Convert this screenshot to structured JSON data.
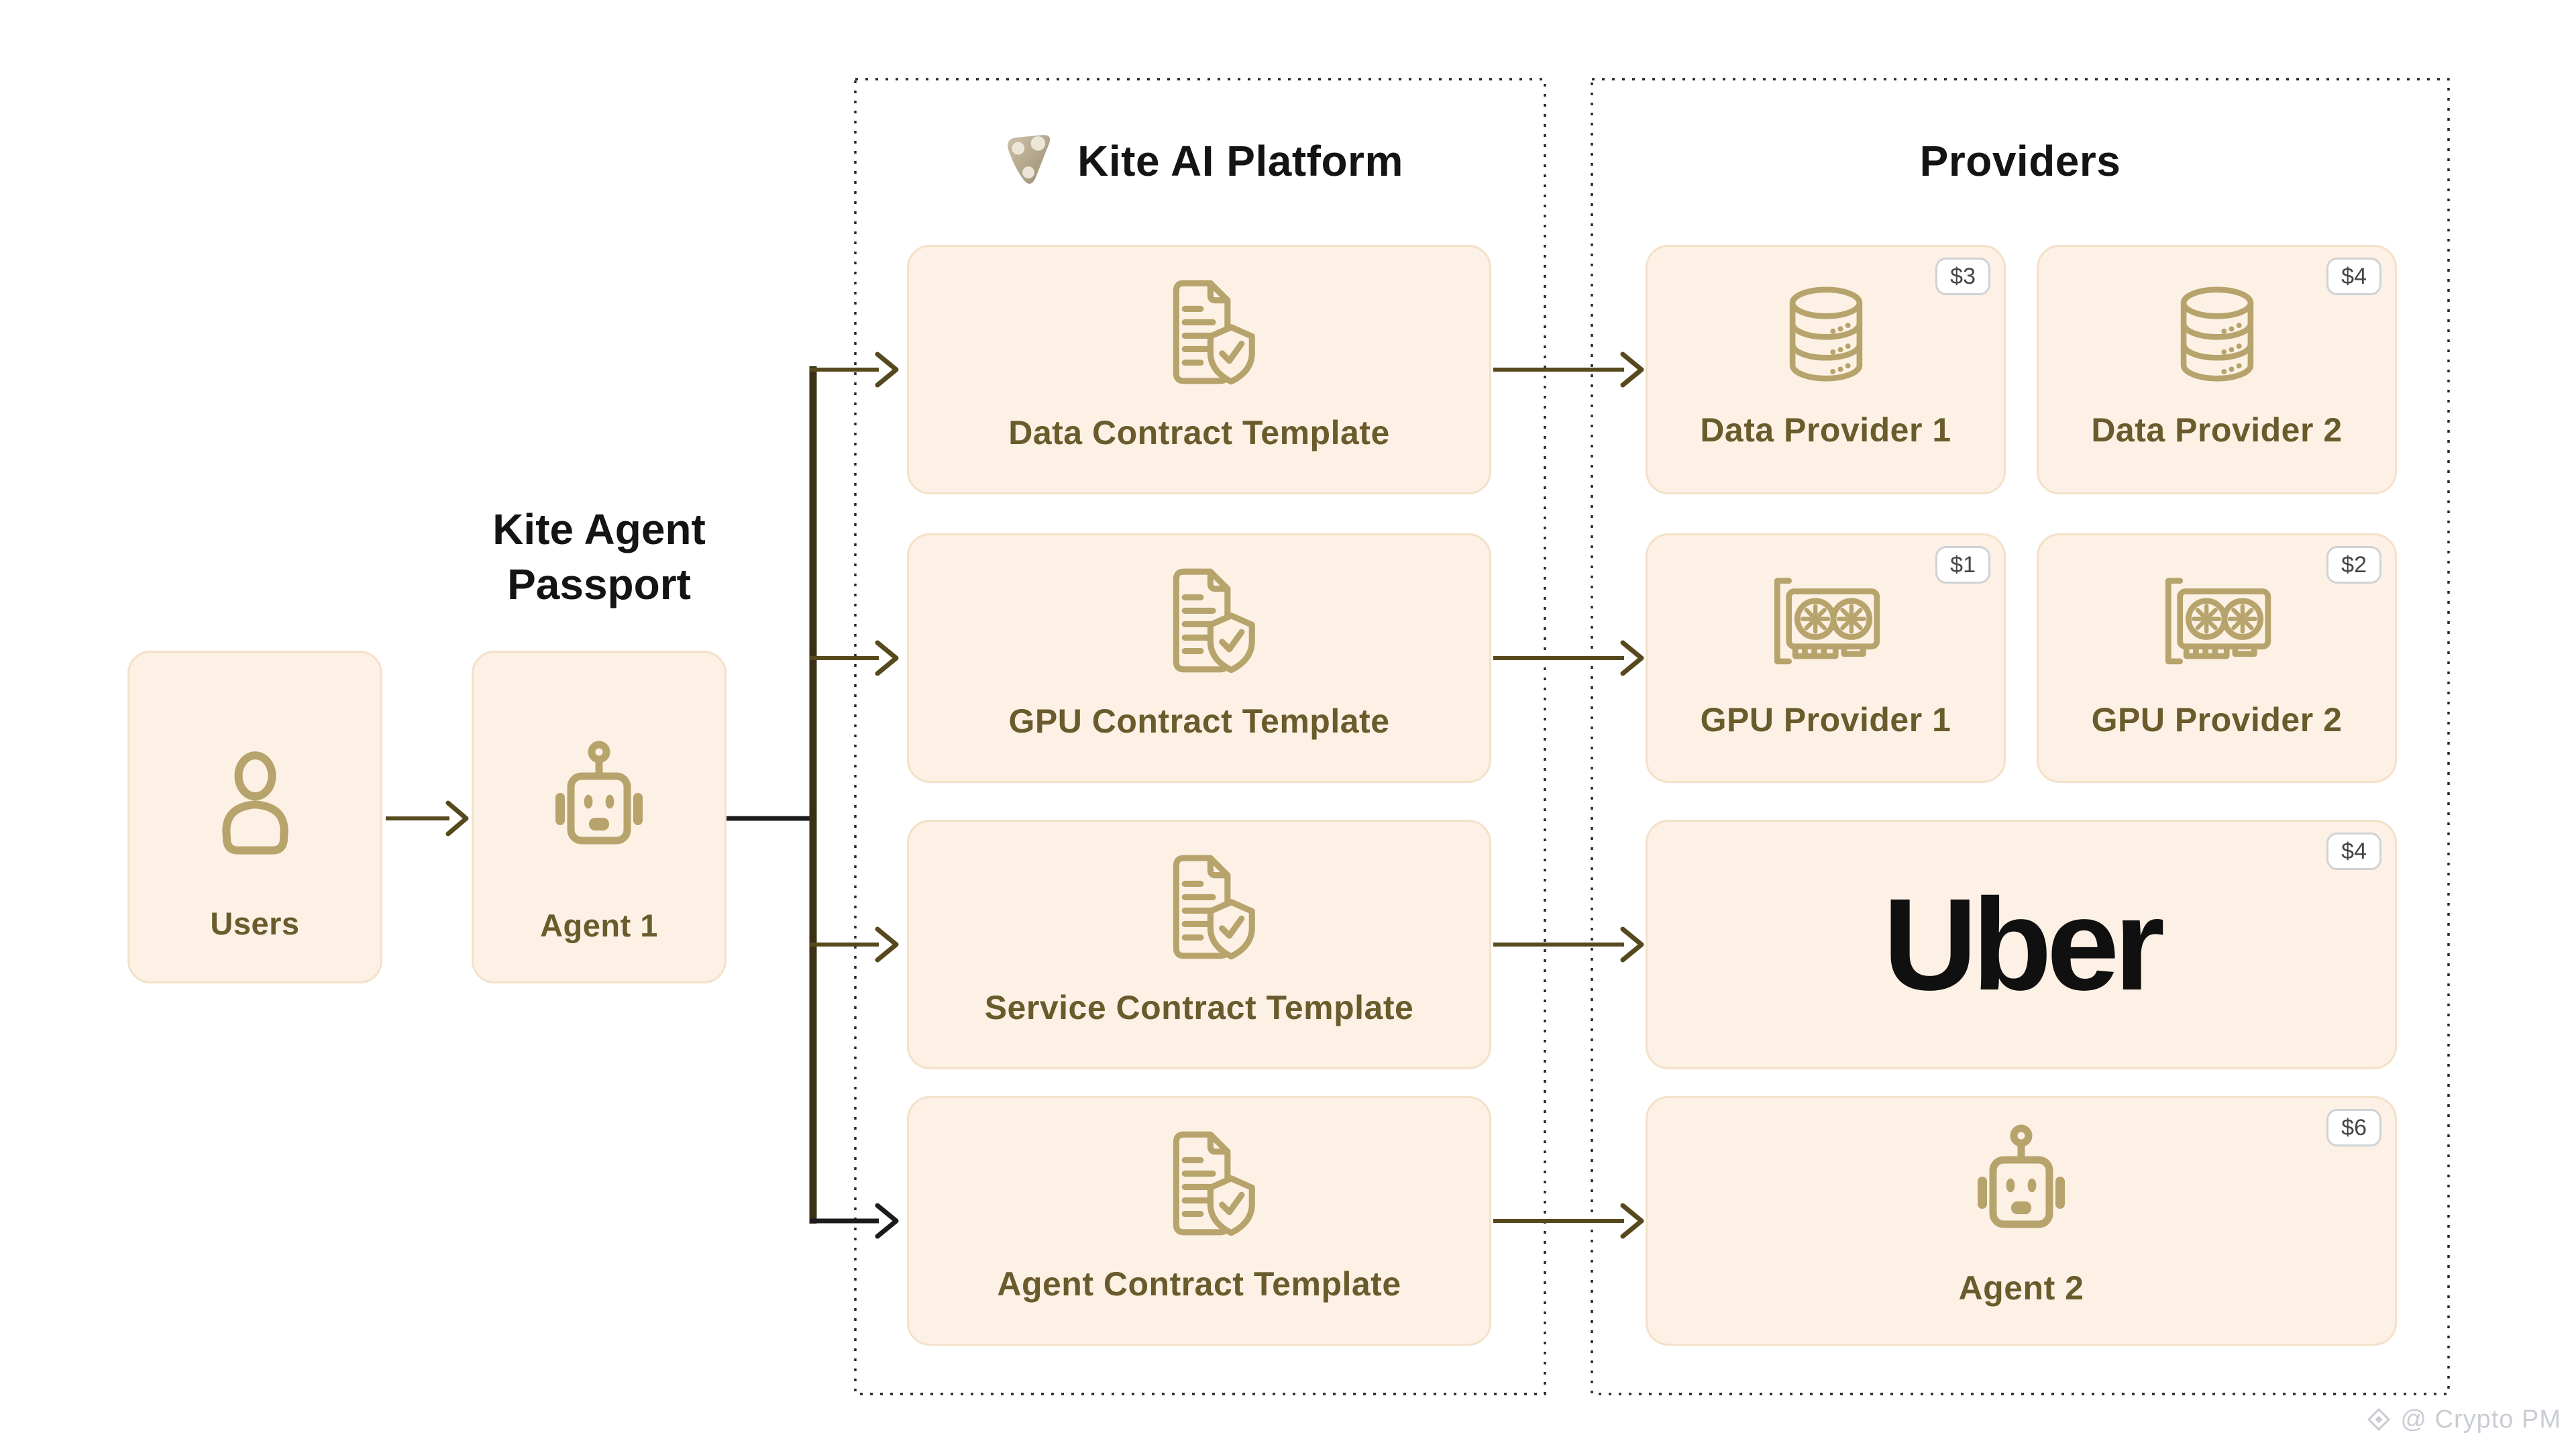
{
  "passport": {
    "title_lines": [
      "Kite Agent",
      "Passport"
    ],
    "users_label": "Users",
    "agent_label": "Agent 1"
  },
  "platform": {
    "title": "Kite AI Platform",
    "logo_icon": "kite-logo-icon",
    "templates": [
      {
        "label": "Data Contract Template",
        "icon": "document-shield-icon"
      },
      {
        "label": "GPU Contract Template",
        "icon": "document-shield-icon"
      },
      {
        "label": "Service Contract Template",
        "icon": "document-shield-icon"
      },
      {
        "label": "Agent Contract Template",
        "icon": "document-shield-icon"
      }
    ]
  },
  "providers": {
    "title": "Providers",
    "cards": [
      {
        "label": "Data Provider 1",
        "price": "$3",
        "icon": "database-icon"
      },
      {
        "label": "Data Provider 2",
        "price": "$4",
        "icon": "database-icon"
      },
      {
        "label": "GPU Provider 1",
        "price": "$1",
        "icon": "gpu-icon"
      },
      {
        "label": "GPU Provider 2",
        "price": "$2",
        "icon": "gpu-icon"
      },
      {
        "label": "Uber",
        "price": "$4",
        "icon": "uber-wordmark"
      },
      {
        "label": "Agent 2",
        "price": "$6",
        "icon": "robot-icon"
      }
    ]
  },
  "watermark": {
    "icon": "binance-diamond-icon",
    "text": "@ Crypto PM"
  },
  "colors": {
    "background": "#FFFFFF",
    "card_background": "#FCF1E4",
    "card_border": "#F3E1C9",
    "icon_gold": "#B7A36C",
    "label_olive": "#6A5B2C",
    "arrow_olive": "#57491E",
    "arrow_black": "#1B1B1B",
    "trunk_dark_olive": "#3A3115",
    "dotted_border": "#262626",
    "title_black": "#141414",
    "badge_border": "#CFD2D6",
    "badge_text": "#454545",
    "watermark_gray": "#C9CDD3"
  }
}
